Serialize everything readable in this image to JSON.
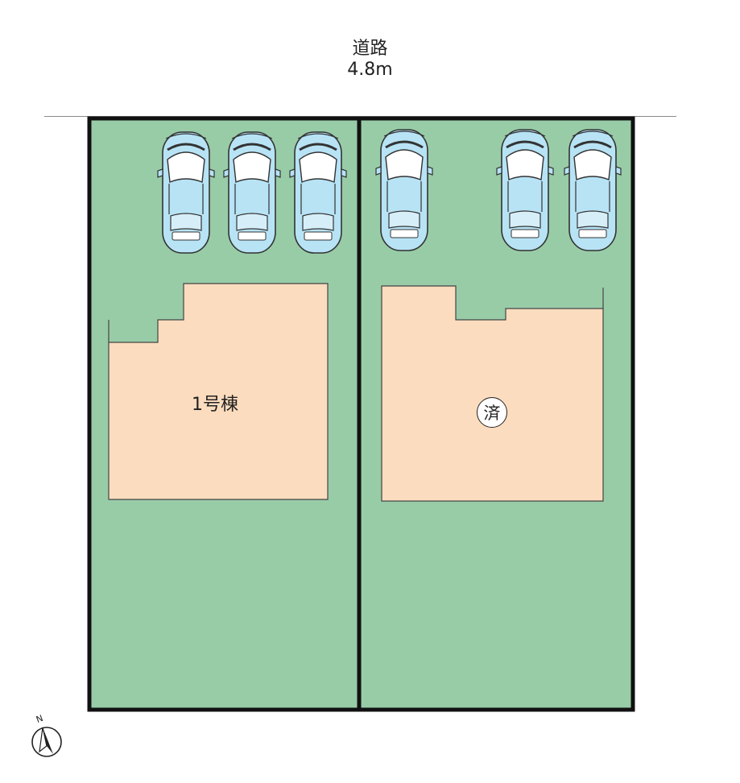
{
  "road": {
    "name": "道路",
    "width": "4.8m"
  },
  "lots": [
    {
      "label": "1号棟",
      "status": "",
      "cars": 3
    },
    {
      "label": "",
      "status": "済",
      "cars": 3
    }
  ],
  "compass": {
    "north_label": "N"
  },
  "colors": {
    "land": "#98cca7",
    "building": "#fcdcbe",
    "car_body": "#b7e3f5",
    "boundary": "#111111"
  }
}
